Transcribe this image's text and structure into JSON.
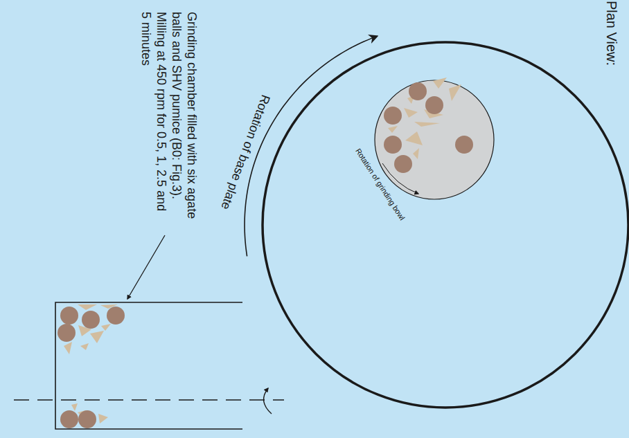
{
  "diagram": {
    "title": "Plan View:",
    "labels": [
      "Rotation of base plate",
      "Rotation of grinding bowl",
      "Grinding chamber filled with six agate balls and SHV pumice (B0: Fig.3). Milling at 450 rpm for 0.5, 1, 2.5 and 5 minutes"
    ]
  }
}
